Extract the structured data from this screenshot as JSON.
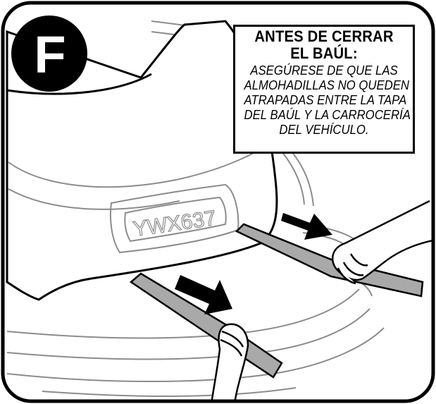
{
  "badge": {
    "letter": "F"
  },
  "note": {
    "title_lines": [
      "ANTES DE CERRAR",
      "EL BAÚL:"
    ],
    "body_lines": [
      "ASEGÚRESE DE QUE LAS",
      "ALMOHADILLAS NO QUEDEN",
      "ATRAPADAS ENTRE LA TAPA",
      "DEL BAÚL Y LA CARROCERÍA",
      "DEL VEHÍCULO."
    ]
  },
  "license_plate": {
    "text": "YWX637"
  },
  "colors": {
    "strap": "#a9a9a9",
    "outline": "#000000",
    "car_lines": "#8c8c8c",
    "background": "#ffffff"
  }
}
